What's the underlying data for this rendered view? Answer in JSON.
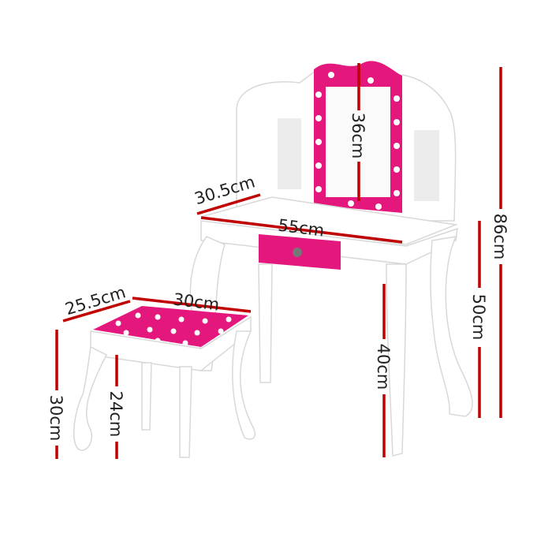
{
  "colors": {
    "dimension_line": "#c00000",
    "pink": "#e4177c",
    "white": "#ffffff"
  },
  "dimensions": {
    "mirror_height": "36cm",
    "table_depth": "30.5cm",
    "table_width": "55cm",
    "total_height": "86cm",
    "table_height": "50cm",
    "leg_clearance": "40cm",
    "stool_depth": "25.5cm",
    "stool_width": "30cm",
    "stool_height": "30cm",
    "stool_leg_height": "24cm"
  }
}
